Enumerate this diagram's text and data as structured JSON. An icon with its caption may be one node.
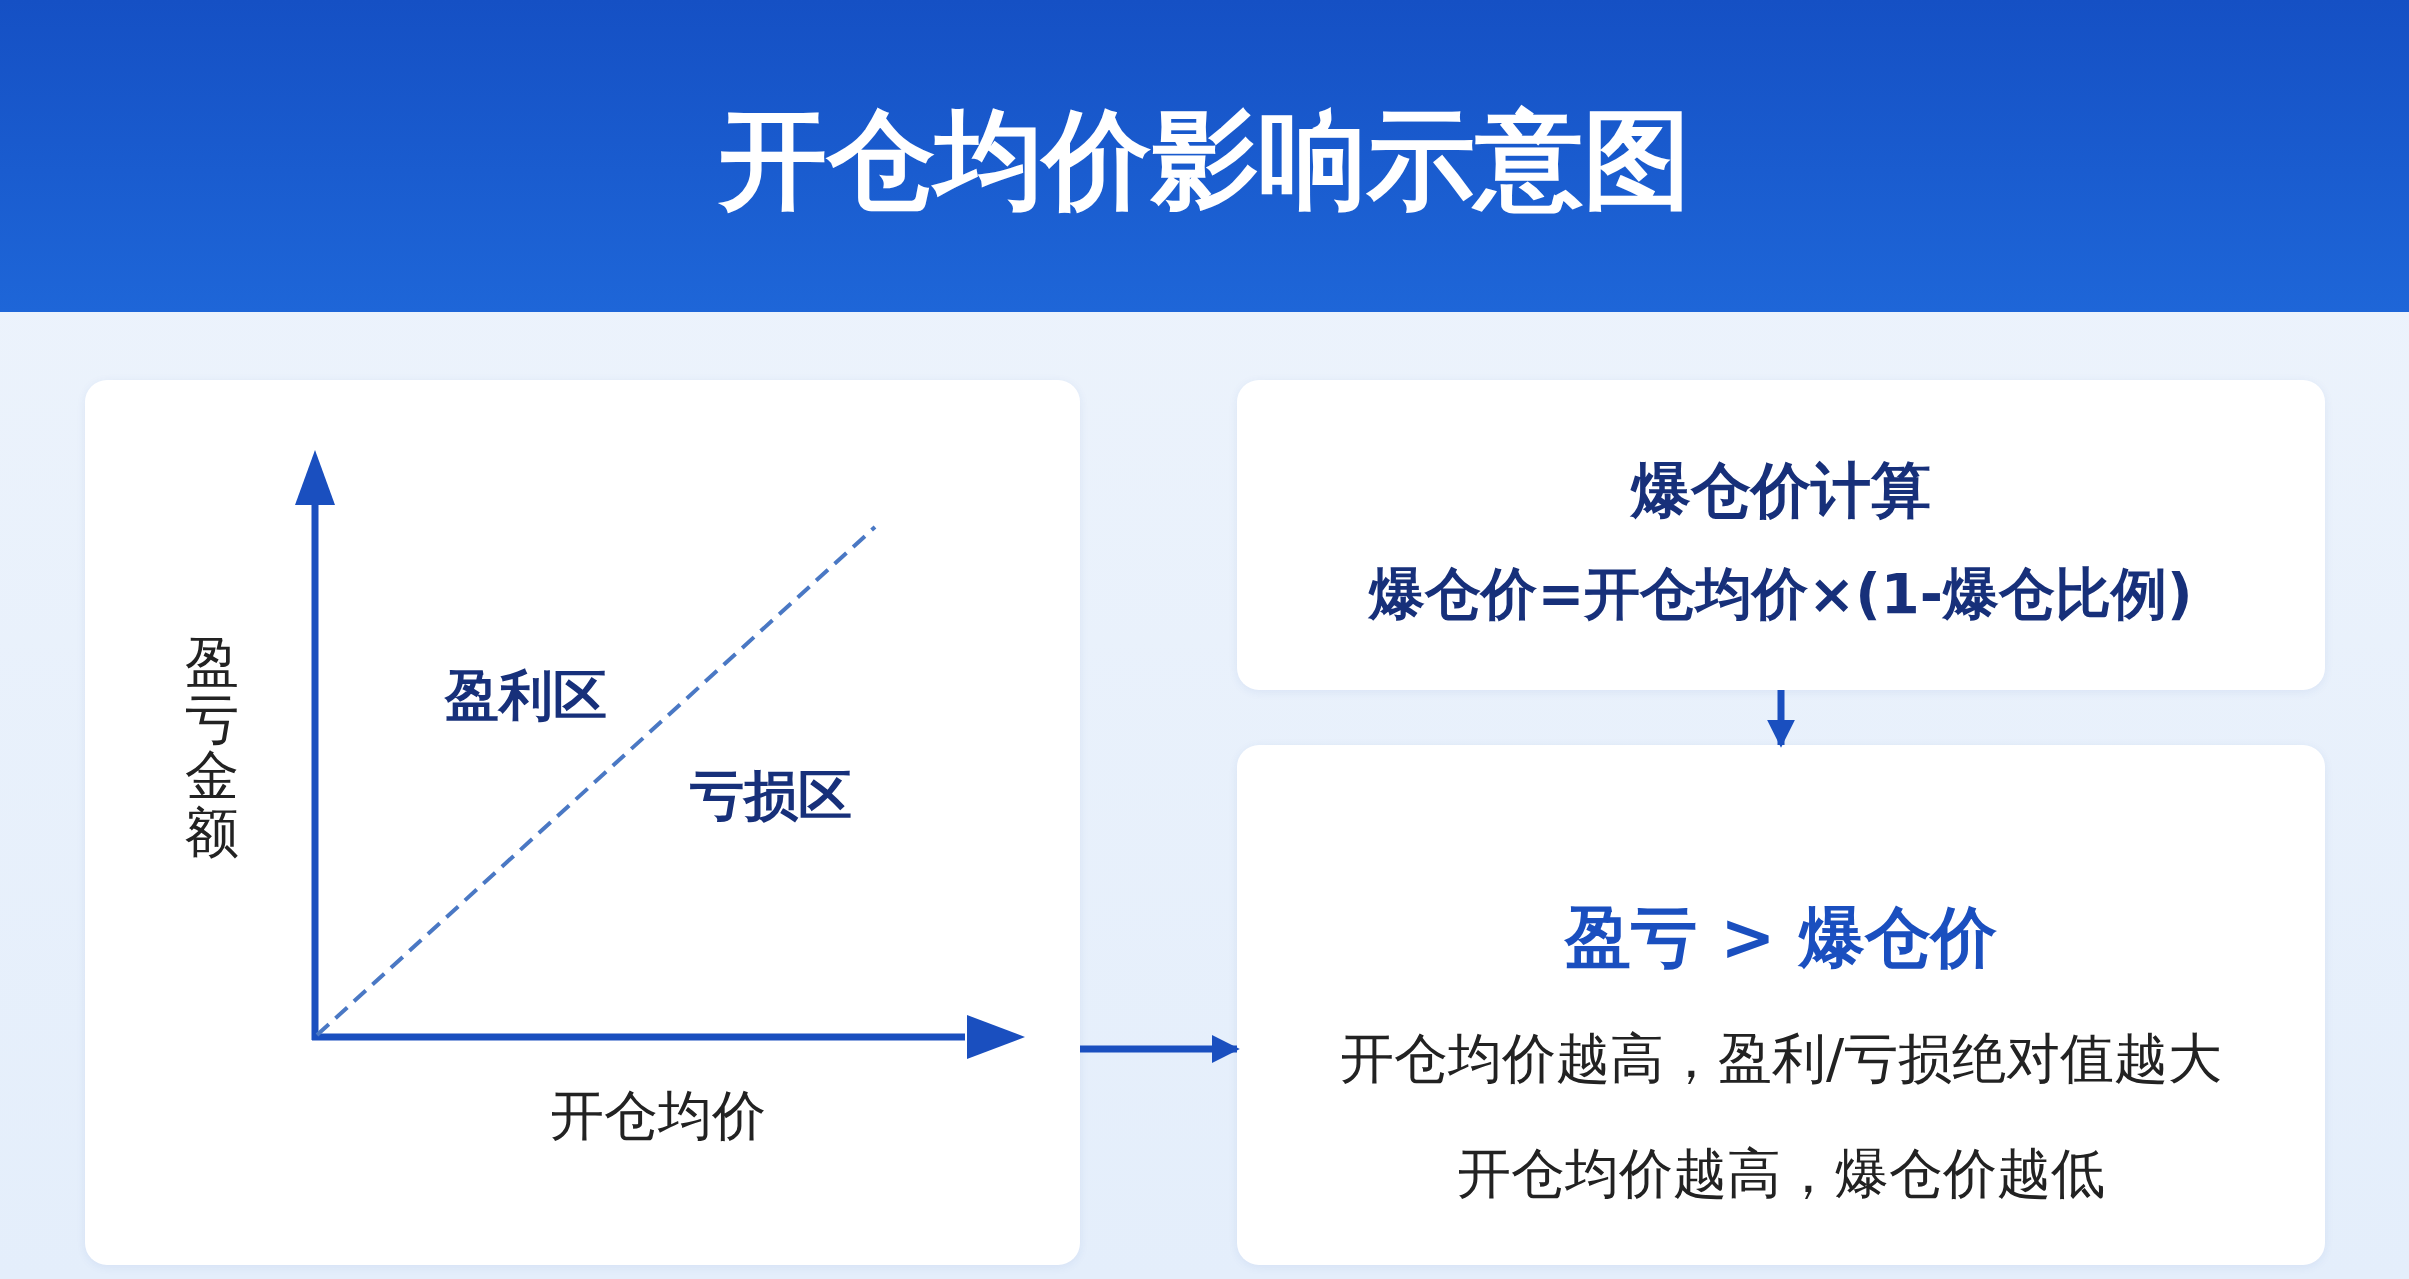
{
  "diagram": {
    "title": "开仓均价影响示意图",
    "nodes": [
      {
        "text": [
          "盈亏金额",
          "盈利区",
          "亏损区",
          "开仓均价"
        ]
      },
      {
        "text": [
          "爆仓价计算",
          "爆仓价=开仓均价×(1-爆仓比例)"
        ]
      },
      {
        "text": [
          "盈亏 > 爆仓价",
          "开仓均价越高，盈利/亏损绝对值越大",
          "开仓均价越高，爆仓价越低"
        ]
      }
    ],
    "edges": [
      {
        "from": 1,
        "to": 2,
        "arrow": "to"
      },
      {
        "from": 0,
        "to": 2,
        "arrow": "to"
      }
    ]
  }
}
